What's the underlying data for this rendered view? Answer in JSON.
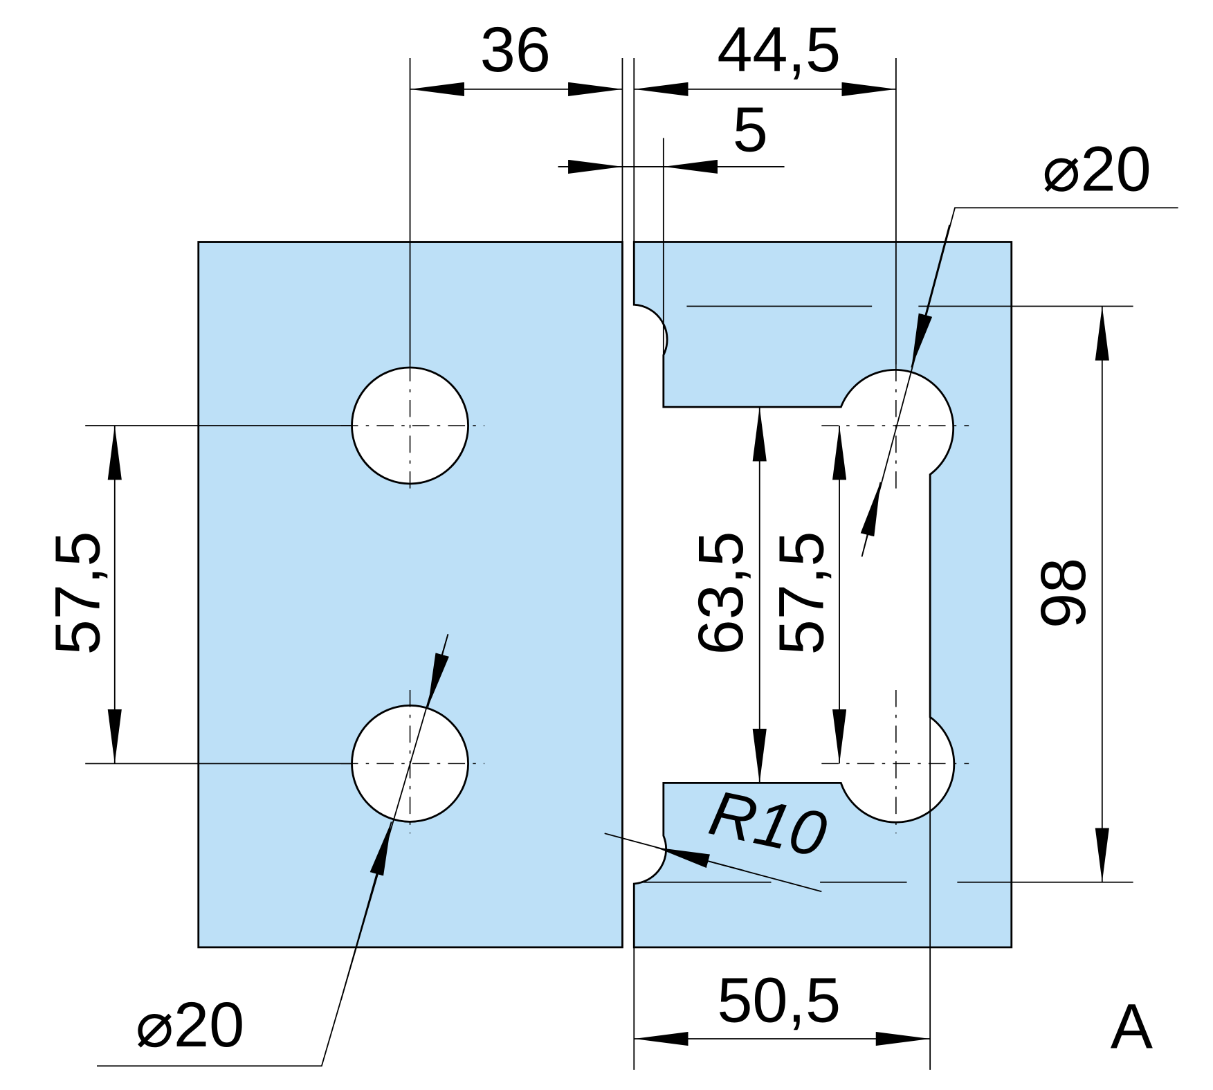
{
  "title_label": "A",
  "colors": {
    "part_fill": "#bde0f7",
    "line": "#000000"
  },
  "dimensions": {
    "d36": "36",
    "d44_5": "44,5",
    "d5": "5",
    "dia_top": "⌀20",
    "dia_bottom": "⌀20",
    "d57_5_left": "57,5",
    "d63_5": "63,5",
    "d57_5_right": "57,5",
    "d98": "98",
    "r10": "R10",
    "d50_5": "50,5"
  }
}
